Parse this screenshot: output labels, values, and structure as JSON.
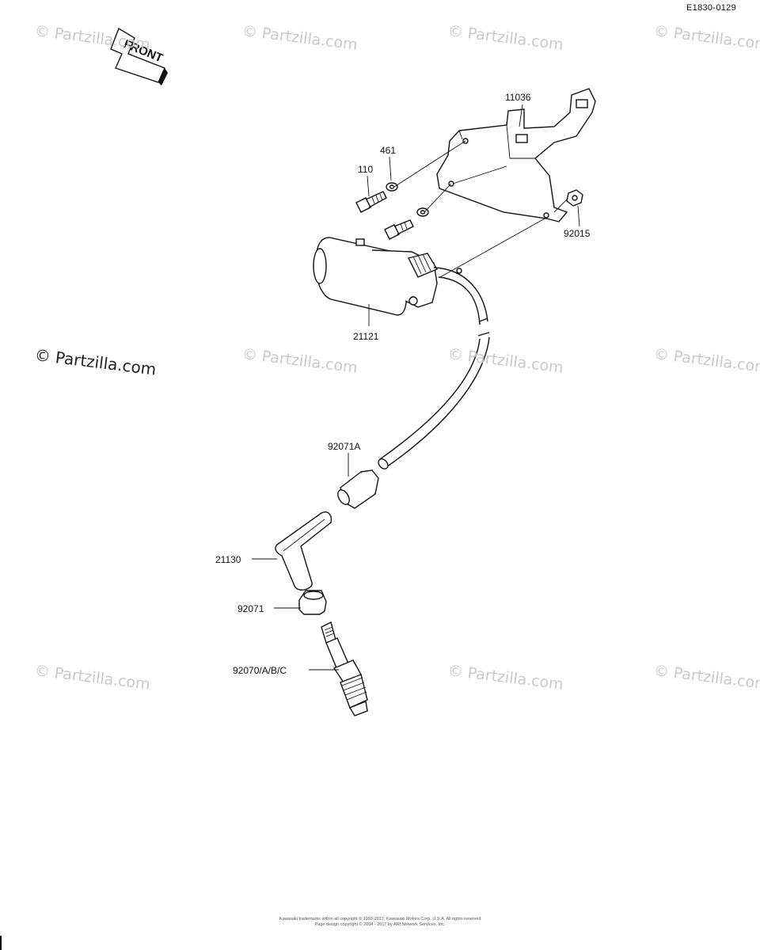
{
  "diagram_code": "E1830-0129",
  "front_label": "FRONT",
  "watermark_text": "© Partzilla.com",
  "parts": {
    "bracket": "11036",
    "washer": "461",
    "bolt": "110",
    "nut": "92015",
    "ignition_coil": "21121",
    "coil_cap": "92071A",
    "plug_cap": "21130",
    "cap_seal": "92071",
    "spark_plug": "92070/A/B/C"
  },
  "copyright_lines": [
    "Kawasaki trademarks within all copyright © 1993-2017, Kawasaki Motors Corp. U.S.A. All rights reserved",
    "Page design copyright © 2004 - 2017 by ARI Network Services, Inc."
  ]
}
